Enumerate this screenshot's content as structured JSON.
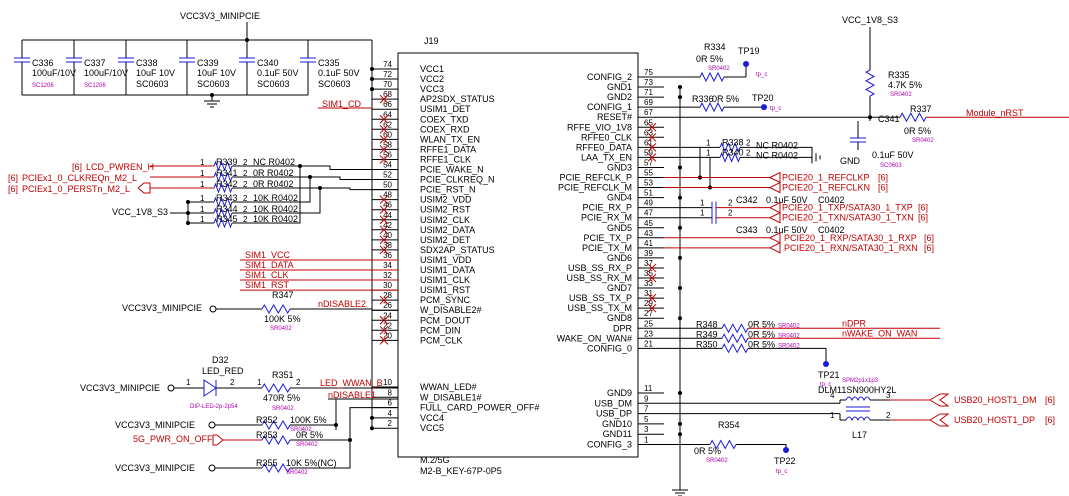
{
  "connector": {
    "ref": "J19",
    "value": "M.2/5G",
    "footprint": "M2-B_KEY-67P-0P5",
    "left_pins": [
      {
        "num": "74",
        "name": "VCC1"
      },
      {
        "num": "72",
        "name": "VCC2"
      },
      {
        "num": "70",
        "name": "VCC3"
      },
      {
        "num": "68",
        "name": "AP2SDX_STATUS"
      },
      {
        "num": "66",
        "name": "USIM1_DET"
      },
      {
        "num": "64",
        "name": "COEX_TXD"
      },
      {
        "num": "62",
        "name": "COEX_RXD"
      },
      {
        "num": "60",
        "name": "WLAN_TX_EN"
      },
      {
        "num": "58",
        "name": "RFFE1_DATA"
      },
      {
        "num": "56",
        "name": "RFFE1_CLK"
      },
      {
        "num": "54",
        "name": "PCIE_WAKE_N"
      },
      {
        "num": "52",
        "name": "PCIE_CLKREQ_N"
      },
      {
        "num": "50",
        "name": "PCIE_RST_N"
      },
      {
        "num": "48",
        "name": "USIM2_VDD"
      },
      {
        "num": "46",
        "name": "USIM2_RST"
      },
      {
        "num": "44",
        "name": "USIM2_CLK"
      },
      {
        "num": "42",
        "name": "USIM2_DATA"
      },
      {
        "num": "40",
        "name": "USIM2_DET"
      },
      {
        "num": "38",
        "name": "SDX2AP_STATUS"
      },
      {
        "num": "36",
        "name": "USIM1_VDD"
      },
      {
        "num": "34",
        "name": "USIM1_DATA"
      },
      {
        "num": "32",
        "name": "USIM1_CLK"
      },
      {
        "num": "30",
        "name": "USIM1_RST"
      },
      {
        "num": "28",
        "name": "PCM_SYNC"
      },
      {
        "num": "26",
        "name": "W_DISABLE2#"
      },
      {
        "num": "24",
        "name": "PCM_DOUT"
      },
      {
        "num": "22",
        "name": "PCM_DIN"
      },
      {
        "num": "20",
        "name": "PCM_CLK"
      },
      {
        "num": "10",
        "name": "WWAN_LED#"
      },
      {
        "num": "8",
        "name": "W_DISABLE1#"
      },
      {
        "num": "6",
        "name": "FULL_CARD_POWER_OFF#"
      },
      {
        "num": "4",
        "name": "VCC4"
      },
      {
        "num": "2",
        "name": "VCC5"
      }
    ],
    "right_pins": [
      {
        "num": "75",
        "name": "CONFIG_2"
      },
      {
        "num": "73",
        "name": "GND1"
      },
      {
        "num": "71",
        "name": "GND2"
      },
      {
        "num": "69",
        "name": "CONFIG_1"
      },
      {
        "num": "67",
        "name": "RESET#"
      },
      {
        "num": "65",
        "name": "RFFE_VIO_1V8"
      },
      {
        "num": "63",
        "name": "RFFE0_CLK"
      },
      {
        "num": "61",
        "name": "RFFE0_DATA"
      },
      {
        "num": "59",
        "name": "LAA_TX_EN"
      },
      {
        "num": "57",
        "name": "GND3"
      },
      {
        "num": "55",
        "name": "PCIE_REFCLK_P"
      },
      {
        "num": "53",
        "name": "PCIE_REFCLK_M"
      },
      {
        "num": "51",
        "name": "GND4"
      },
      {
        "num": "49",
        "name": "PCIE_RX_P"
      },
      {
        "num": "47",
        "name": "PCIE_RX_M"
      },
      {
        "num": "45",
        "name": "GND5"
      },
      {
        "num": "43",
        "name": "PCIE_TX_P"
      },
      {
        "num": "41",
        "name": "PCIE_TX_M"
      },
      {
        "num": "39",
        "name": "GND6"
      },
      {
        "num": "37",
        "name": "USB_SS_RX_P"
      },
      {
        "num": "35",
        "name": "USB_SS_RX_M"
      },
      {
        "num": "33",
        "name": "GND7"
      },
      {
        "num": "31",
        "name": "USB_SS_TX_P"
      },
      {
        "num": "29",
        "name": "USB_SS_TX_M"
      },
      {
        "num": "27",
        "name": "GND8"
      },
      {
        "num": "25",
        "name": "DPR"
      },
      {
        "num": "23",
        "name": "WAKE_ON_WAN#"
      },
      {
        "num": "21",
        "name": "CONFIG_0"
      },
      {
        "num": "11",
        "name": "GND9"
      },
      {
        "num": "9",
        "name": "USB_DM"
      },
      {
        "num": "7",
        "name": "USB_DP"
      },
      {
        "num": "5",
        "name": "GND10"
      },
      {
        "num": "3",
        "name": "GND11"
      },
      {
        "num": "1",
        "name": "CONFIG_3"
      }
    ]
  },
  "power": {
    "vcc3v3": "VCC3V3_MINIPCIE",
    "vcc1v8": "VCC_1V8_S3",
    "gnd": "GND"
  },
  "capacitors": [
    {
      "ref": "C336",
      "value": "100uF/10V",
      "pkg": "SC1206"
    },
    {
      "ref": "C337",
      "value": "100uF/10V",
      "pkg": "SC1206"
    },
    {
      "ref": "C338",
      "value": "10uF 10V",
      "pkg": "SC0603"
    },
    {
      "ref": "C339",
      "value": "10uF 10V",
      "pkg": "SC0603"
    },
    {
      "ref": "C340",
      "value": "0.1uF 50V",
      "pkg": "SC0603"
    },
    {
      "ref": "C335",
      "value": "0.1uF 50V",
      "pkg": "SC0603"
    }
  ],
  "left_nets": {
    "sim1_cd": "SIM1_CD",
    "lcd_pwren": "LCD_PWREN_H",
    "clkreq": "PCIEx1_0_CLKREQn_M2_L",
    "perst": "PCIEx1_0_PERSTn_M2_L",
    "sim1_vcc": "SIM1_VCC",
    "sim1_data": "SIM1_DATA",
    "sim1_clk": "SIM1_CLK",
    "sim1_rst": "SIM1_RST",
    "ndisable2": "nDISABLE2",
    "led_wwan": "LED_WWAN_B",
    "ndisable1": "nDISABLE1",
    "pwr_on_off": "5G_PWR_ON_OFF",
    "sheet_ref": "[6]"
  },
  "left_resistors": [
    {
      "ref": "R339",
      "value": "NC R0402",
      "p1": "1",
      "p2": "2"
    },
    {
      "ref": "R341",
      "value": "0R R0402",
      "p1": "1",
      "p2": "2"
    },
    {
      "ref": "R342",
      "value": "0R R0402",
      "p1": "1",
      "p2": "2"
    },
    {
      "ref": "R343",
      "value": "10K R0402",
      "p1": "1",
      "p2": "2"
    },
    {
      "ref": "R344",
      "value": "10K R0402",
      "p1": "1",
      "p2": "2"
    },
    {
      "ref": "R345",
      "value": "10K R0402",
      "p1": "1",
      "p2": "2"
    }
  ],
  "r347": {
    "ref": "R347",
    "value": "100K 5%",
    "pkg": "SR0402"
  },
  "led": {
    "ref": "D32",
    "value": "LED_RED",
    "pkg": "DIP-LED-2p-2p54",
    "p1": "1",
    "p2": "2"
  },
  "r351": {
    "ref": "R351",
    "value": "470R 5%",
    "pkg": "SR0402",
    "p1": "1",
    "p2": "2"
  },
  "r352": {
    "ref": "R352",
    "value": "100K 5%",
    "pkg": "SR0402"
  },
  "r353": {
    "ref": "R353",
    "value": "0R 5%",
    "pkg": "SR0402"
  },
  "r355": {
    "ref": "R355",
    "value": "10K 5%(NC)",
    "pkg": "SR0402"
  },
  "right_parts": {
    "r334": {
      "ref": "R334",
      "value": "0R 5%",
      "pkg": "SR0402"
    },
    "tp19": {
      "ref": "TP19",
      "pkg": "tp_c"
    },
    "r336": {
      "ref": "R336",
      "value": "0R 5%",
      "pkg": "SR0402"
    },
    "tp20": {
      "ref": "TP20",
      "pkg": "tp_c"
    },
    "r335": {
      "ref": "R335",
      "value": "4.7K 5%",
      "pkg": "SR0402"
    },
    "r337": {
      "ref": "R337",
      "value": "0R 5%",
      "pkg": "SR0402"
    },
    "c341": {
      "ref": "C341",
      "value": "0.1uF 50V",
      "pkg": "SC0603"
    },
    "r338": {
      "ref": "R338",
      "value": "NC R0402",
      "p1": "1",
      "p2": "2"
    },
    "r340": {
      "ref": "R340",
      "value": "NC R0402",
      "p1": "1",
      "p2": "2"
    },
    "c342": {
      "ref": "C342",
      "value": "0.1uF 50V",
      "pkg": "C0402",
      "p1": "1",
      "p2": "2"
    },
    "c343": {
      "ref": "C343",
      "value": "0.1uF 50V",
      "pkg": "C0402",
      "p1": "1",
      "p2": "2"
    },
    "r348": {
      "ref": "R348",
      "value": "0R 5%",
      "pkg": "SR0402"
    },
    "r349": {
      "ref": "R349",
      "value": "0R 5%",
      "pkg": "SR0402"
    },
    "r350": {
      "ref": "R350",
      "value": "0R 5%",
      "pkg": "SR0402"
    },
    "tp21": {
      "ref": "TP21",
      "pkg": "tp_c"
    },
    "l17": {
      "ref": "L17",
      "value": "DLM11SN900HY2L",
      "pkg": "SPM2p1x1p3",
      "p1": "1",
      "p2": "2",
      "p3": "3",
      "p4": "4"
    },
    "r354": {
      "ref": "R354",
      "value": "0R 5%",
      "pkg": "SR0402"
    },
    "tp22": {
      "ref": "TP22",
      "pkg": "tp_c"
    }
  },
  "right_nets": {
    "module_nrst": "Module_nRST",
    "refclkp": "PCIE20_1_REFCLKP",
    "refclkn": "PCIE20_1_REFCLKN",
    "txp": "PCIE20_1_TXP/SATA30_1_TXP",
    "txn": "PCIE20_1_TXN/SATA30_1_TXN",
    "rxp": "PCIE20_1_RXP/SATA30_1_RXP",
    "rxn": "PCIE20_1_RXN/SATA30_1_RXN",
    "ndpr": "nDPR",
    "nwake": "nWAKE_ON_WAN",
    "usb_dm": "USB20_HOST1_DM",
    "usb_dp": "USB20_HOST1_DP",
    "sheet_ref": "[6]"
  },
  "colors": {
    "wire": "#000000",
    "net_label": "#c00000",
    "package": "#b000b0",
    "part": "#1a1adb"
  }
}
